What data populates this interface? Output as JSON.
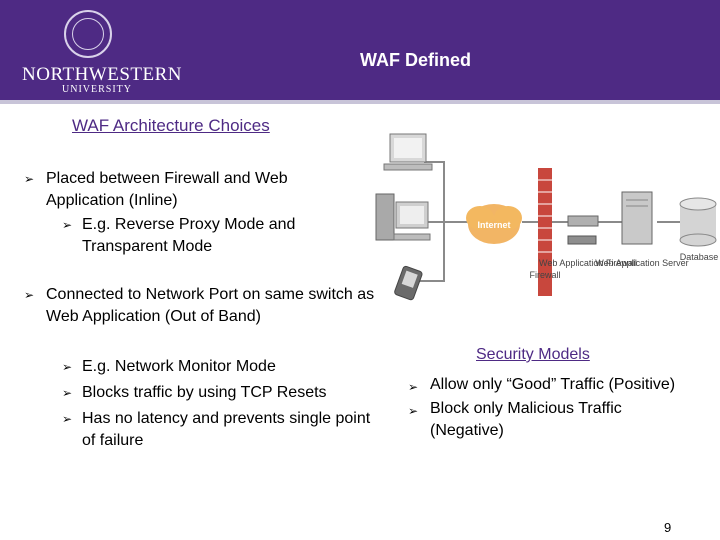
{
  "header": {
    "logo_name": "NORTHWESTERN",
    "logo_sub": "UNIVERSITY",
    "title": "WAF Defined"
  },
  "left": {
    "section_title": "WAF Architecture Choices",
    "bullet1": "Placed between Firewall and Web Application (Inline)",
    "bullet1_sub": "E.g. Reverse Proxy Mode and Transparent Mode",
    "bullet2": "Connected to Network Port on same switch as Web Application (Out of Band)",
    "bullet2_sub": [
      "E.g. Network Monitor Mode",
      "Blocks traffic by using TCP Resets",
      "Has no latency and prevents single point of failure"
    ]
  },
  "diagram": {
    "internet_label": "Internet",
    "labels": [
      "Firewall",
      "Web Application Firewall",
      "Web Application Server",
      "Database"
    ]
  },
  "right": {
    "models_title": "Security Models",
    "items": [
      "Allow only “Good” Traffic (Positive)",
      "Block only Malicious Traffic (Negative)"
    ]
  },
  "footer": {
    "page_number": "9"
  },
  "colors": {
    "brand_purple": "#4e2a84",
    "firewall_brick": "#c8473d",
    "internet_cloud": "#f0a84a"
  },
  "icons": [
    "seal-icon",
    "arrow-bullet-icon",
    "computer-icon",
    "server-icon",
    "database-icon",
    "pda-icon",
    "firewall-icon",
    "cloud-icon"
  ]
}
